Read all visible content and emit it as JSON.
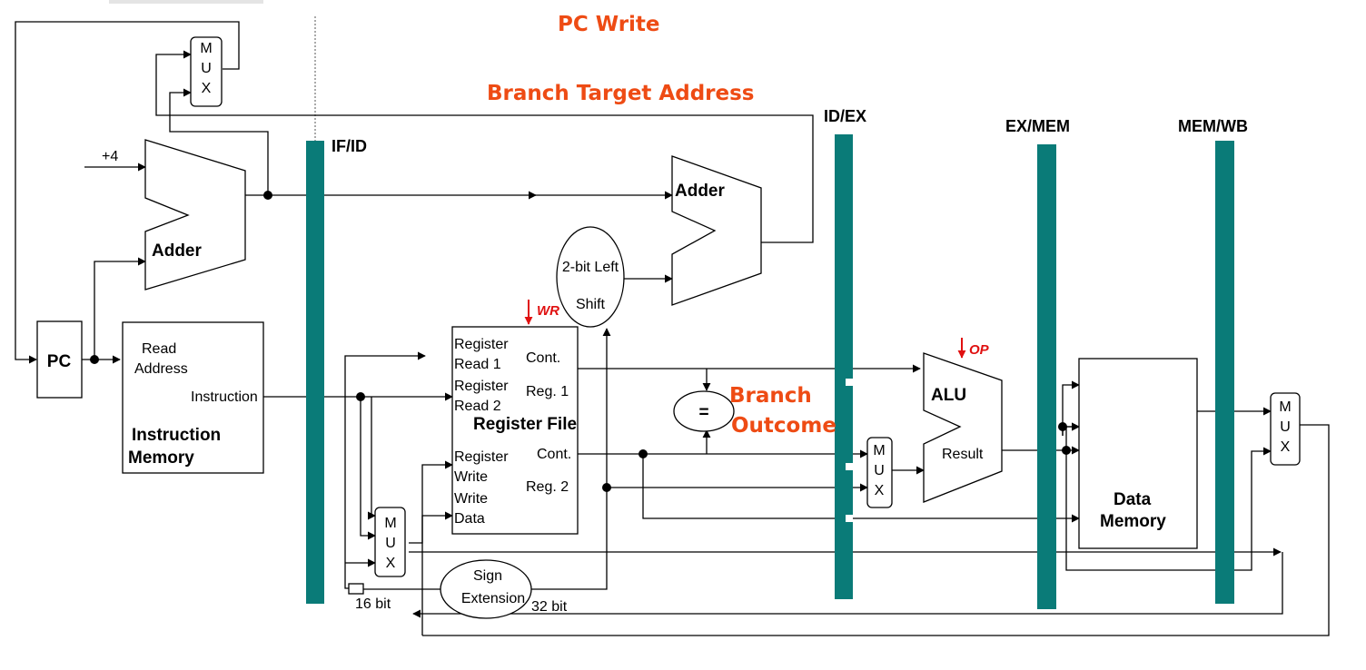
{
  "labels": {
    "pc_write": "PC Write",
    "branch_target_address": "Branch Target Address",
    "branch_outcome_line1": "Branch",
    "branch_outcome_line2": "Outcome",
    "plus4": "+4",
    "adder": "Adder",
    "pc": "PC",
    "read_address_line1": "Read",
    "read_address_line2": "Address",
    "instruction": "Instruction",
    "instruction_memory_line1": "Instruction",
    "instruction_memory_line2": "Memory",
    "shift_line1": "2-bit Left",
    "shift_line2": "Shift",
    "wr": "WR",
    "op": "OP",
    "register_file": "Register File",
    "reg_read1_line1": "Register",
    "reg_read1_line2": "Read 1",
    "reg_read2_line1": "Register",
    "reg_read2_line2": "Read 2",
    "reg_write_line1": "Register",
    "reg_write_line2": "Write",
    "write_data_line1": "Write",
    "write_data_line2": "Data",
    "cont_reg1_line1": "Cont.",
    "cont_reg1_line2": "Reg. 1",
    "cont_reg2_line1": "Cont.",
    "cont_reg2_line2": "Reg. 2",
    "equals": "=",
    "alu": "ALU",
    "result": "Result",
    "data_memory_line1": "Data",
    "data_memory_line2": "Memory",
    "sign_line1": "Sign",
    "sign_line2": "Extension",
    "bits16": "16 bit",
    "bits32": "32 bit",
    "mux": [
      "M",
      "U",
      "X"
    ]
  },
  "pipeline_registers": [
    "IF/ID",
    "ID/EX",
    "EX/MEM",
    "MEM/WB"
  ],
  "colors": {
    "pipeline": "#0a7b78",
    "annotation": "#ee4b14",
    "control_signal": "#e01010",
    "wire": "#000000"
  }
}
